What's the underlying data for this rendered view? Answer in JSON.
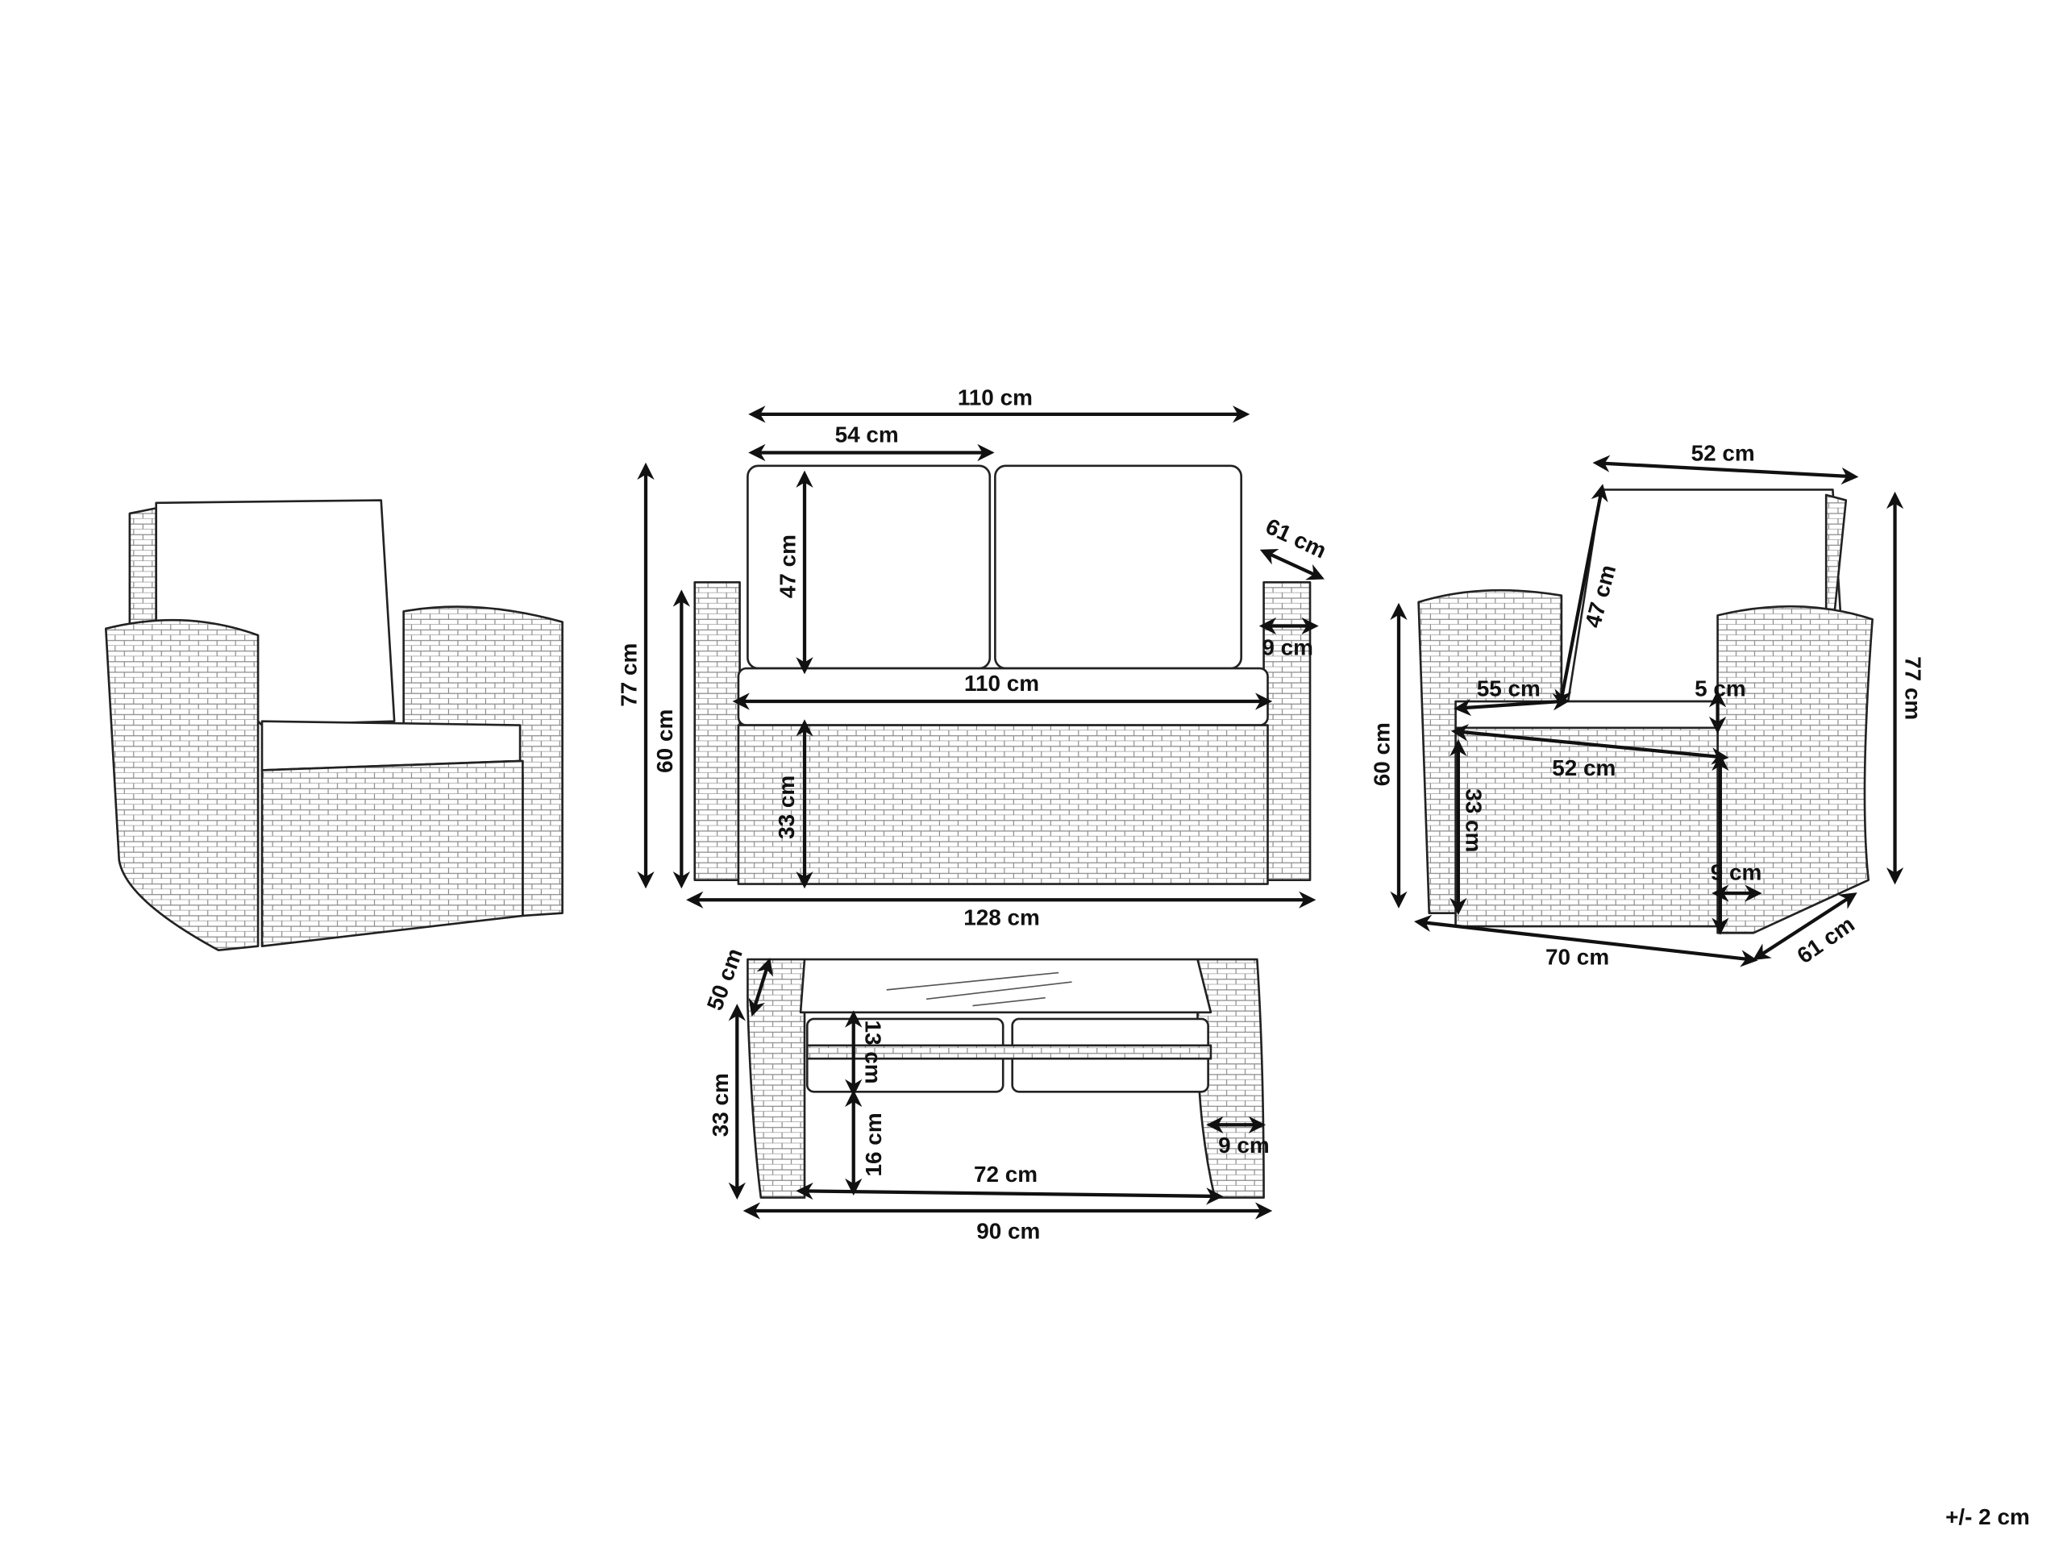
{
  "dimensions": {
    "sofa_width_top": "110 cm",
    "cushion_width": "54 cm",
    "sofa_back_cushion_height": "47 cm",
    "sofa_total_height": "77 cm",
    "sofa_arm_height": "60 cm",
    "sofa_seat_height": "33 cm",
    "sofa_depth": "61 cm",
    "sofa_arm_width": "9 cm",
    "sofa_seat_width": "110 cm",
    "sofa_total_width": "128 cm",
    "chair_back_width": "52 cm",
    "chair_back_height": "47 cm",
    "chair_seat_depth": "55 cm",
    "chair_cushion_thickness": "5 cm",
    "chair_seat_width": "52 cm",
    "chair_arm_height": "60 cm",
    "chair_seat_height": "33 cm",
    "chair_arm_width": "9 cm",
    "chair_total_width": "70 cm",
    "chair_depth": "61 cm",
    "chair_total_height": "77 cm",
    "table_depth": "50 cm",
    "table_height": "33 cm",
    "table_shelf_gap": "13 cm",
    "table_shelf_height": "16 cm",
    "table_leg_width": "9 cm",
    "table_inner_width": "72 cm",
    "table_width": "90 cm"
  },
  "tolerance": "+/- 2 cm"
}
